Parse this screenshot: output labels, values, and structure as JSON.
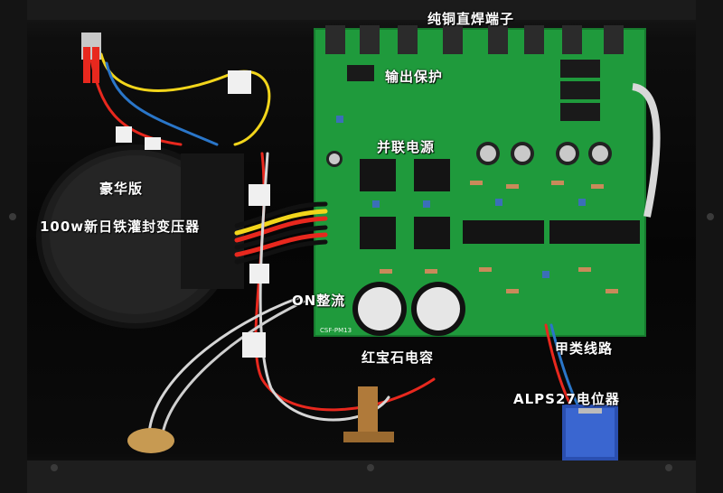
{
  "labels": {
    "terminals": "纯铜直焊端子",
    "output_protection": "输出保护",
    "shunt_power": "并联电源",
    "deluxe": "豪华版",
    "transformer": "100w新日铁灌封变压器",
    "rectifier": "ON整流",
    "capacitor": "红宝石电容",
    "class_a": "甲类线路",
    "potentiometer": "ALPS27电位器"
  },
  "pcb_silkscreen": "CSF-PM13",
  "colors": {
    "chassis": "#050505",
    "pcb": "#1f9a3c",
    "heatsink": "#151515",
    "label_text": "#ffffff",
    "wire_red": "#e8281e",
    "wire_yellow": "#f2d51b",
    "wire_black": "#111111"
  }
}
